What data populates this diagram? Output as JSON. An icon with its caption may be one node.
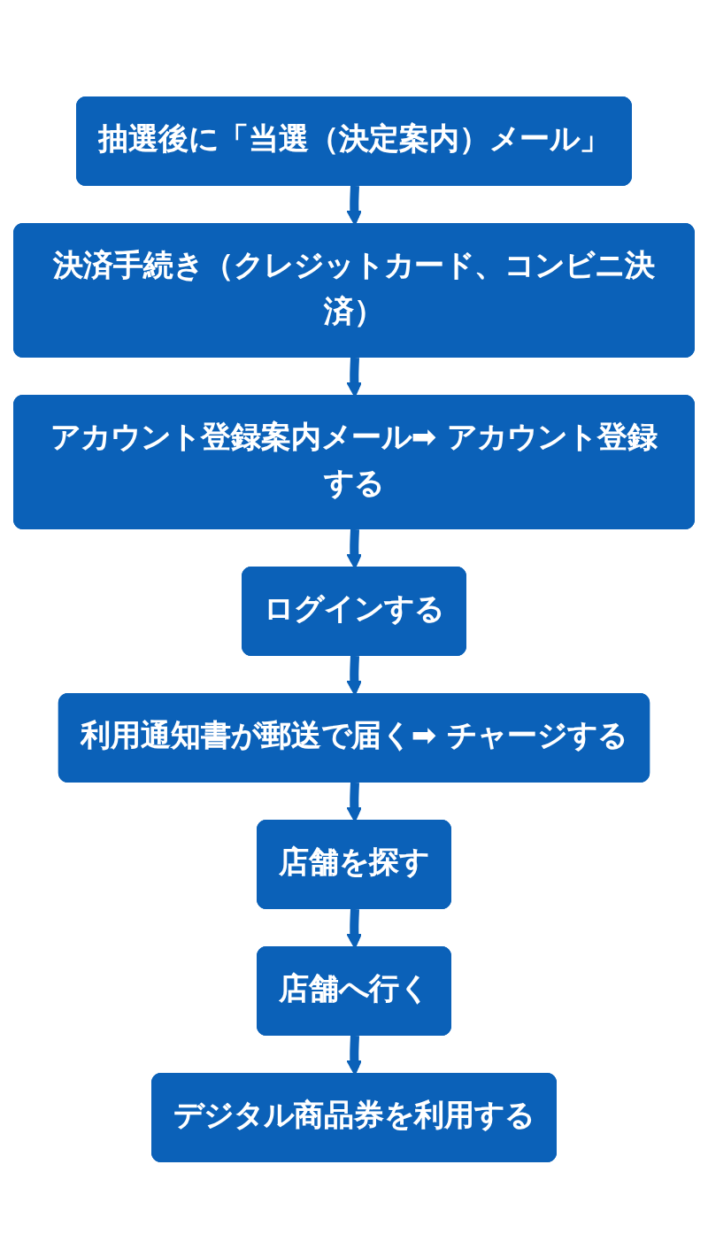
{
  "diagram": {
    "nodes": [
      {
        "text": [
          "抽選後に「当選（決定案内）メール」"
        ]
      },
      {
        "text": [
          "決済手続き（クレジットカード、コンビニ決済）"
        ]
      },
      {
        "text": [
          "アカウント登録案内メール➡ アカウント登録する"
        ]
      },
      {
        "text": [
          "ログインする"
        ]
      },
      {
        "text": [
          "利用通知書が郵送で届く➡ チャージする"
        ]
      },
      {
        "text": [
          "店舗を探す"
        ]
      },
      {
        "text": [
          "店舗へ行く"
        ]
      },
      {
        "text": [
          "デジタル商品券を利用する"
        ]
      }
    ],
    "edges": [
      {
        "from": 0,
        "to": 1,
        "arrow": "to"
      },
      {
        "from": 1,
        "to": 2,
        "arrow": "to"
      },
      {
        "from": 2,
        "to": 3,
        "arrow": "to"
      },
      {
        "from": 3,
        "to": 4,
        "arrow": "to"
      },
      {
        "from": 4,
        "to": 5,
        "arrow": "to"
      },
      {
        "from": 5,
        "to": 6,
        "arrow": "to"
      },
      {
        "from": 6,
        "to": 7,
        "arrow": "to"
      }
    ]
  }
}
